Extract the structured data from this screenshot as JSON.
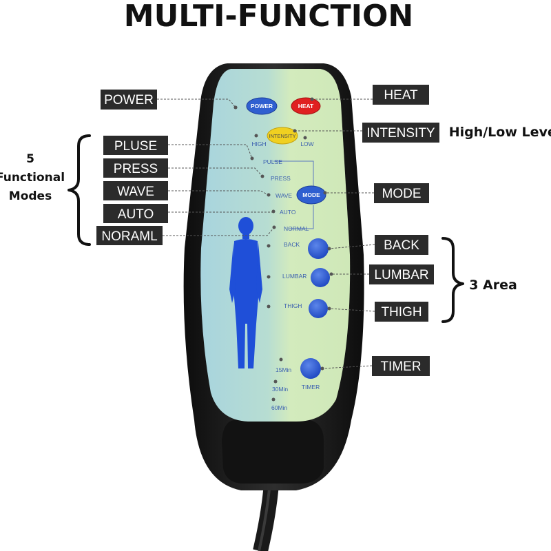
{
  "title": "MULTI-FUNCTION",
  "callouts": {
    "power": "POWER",
    "heat": "HEAT",
    "intensity": "INTENSITY",
    "mode": "MODE",
    "pluse": "PLUSE",
    "press": "PRESS",
    "wave": "WAVE",
    "auto": "AUTO",
    "noraml": "NORAML",
    "back": "BACK",
    "lumbar": "LUMBAR",
    "thigh": "THIGH",
    "timer": "TIMER"
  },
  "side_notes": {
    "high_low_level": "High/Low Level",
    "modes_line1": "5",
    "modes_line2": "Functional",
    "modes_line3": "Modes",
    "three_area": "3 Area"
  },
  "remote": {
    "power_button": "POWER",
    "heat_button": "HEAT",
    "intensity_button": "INTENSITY",
    "high": "HIGH",
    "low": "LOW",
    "pulse": "PULSE",
    "press": "PRESS",
    "wave": "WAVE",
    "auto": "AUTO",
    "normal": "NORMAL",
    "mode_button": "MODE",
    "back": "BACK",
    "lumbar": "LUMBAR",
    "thigh": "THIGH",
    "timer": "TIMER",
    "t15": "15Min",
    "t30": "30Min",
    "t60": "60Min"
  },
  "colors": {
    "power_button": "#2f5fd0",
    "heat_button": "#e02020",
    "intensity_button": "#f0d020",
    "blue_button": "#2f5fd0",
    "panel_green": "#cfe8b8",
    "panel_blue": "#a8d4de",
    "body_figure": "#1f4fd8",
    "housing": "#1e1e1e"
  }
}
